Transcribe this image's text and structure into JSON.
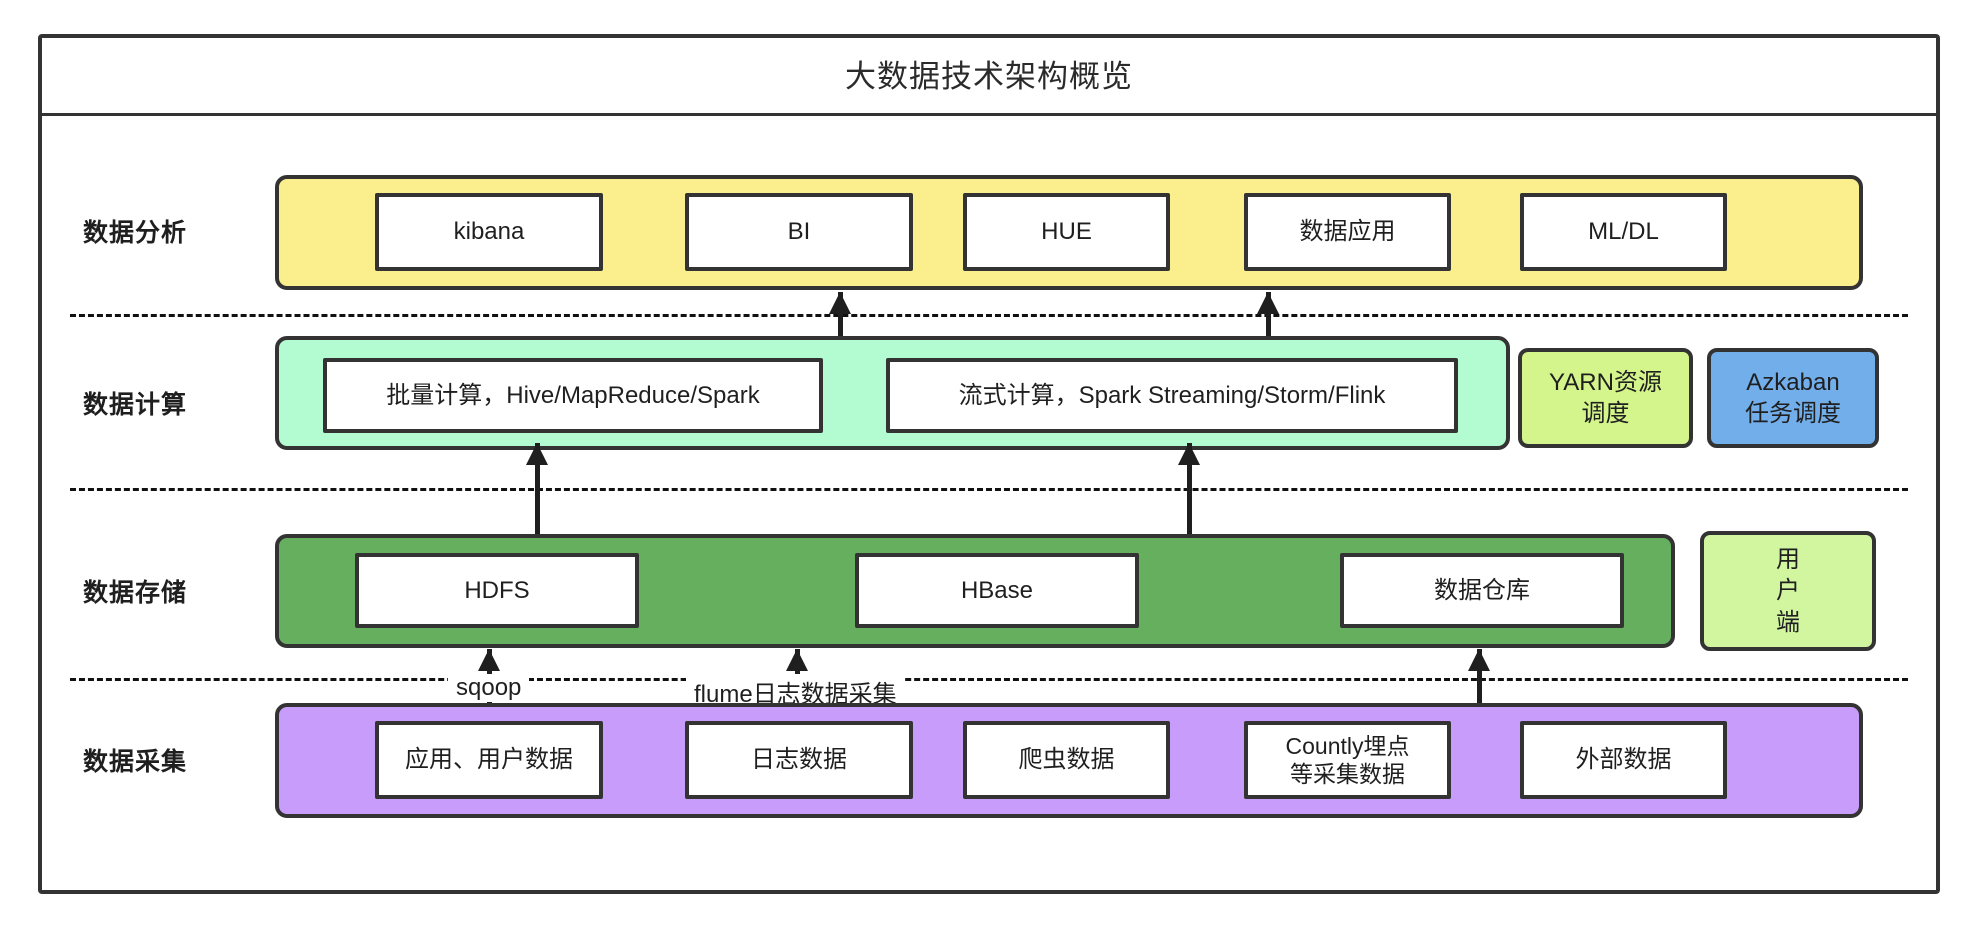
{
  "diagram": {
    "title": "大数据技术架构概览",
    "colors": {
      "frame": "#333333",
      "analysis_band": "#FBEE8D",
      "compute_band": "#B3FCD1",
      "storage_band": "#66AF5E",
      "collect_band": "#C79CFA",
      "yarn_box": "#D4F58C",
      "azkaban_box": "#72AEEA",
      "client_box": "#D2F5A0",
      "box_fill": "#FFFFFF",
      "text": "#1F1F1F"
    },
    "layers": [
      {
        "id": "analysis",
        "label": "数据分析",
        "items": [
          "kibana",
          "BI",
          "HUE",
          "数据应用",
          "ML/DL"
        ]
      },
      {
        "id": "compute",
        "label": "数据计算",
        "items": [
          "批量计算，Hive/MapReduce/Spark",
          "流式计算，Spark Streaming/Storm/Flink"
        ]
      },
      {
        "id": "storage",
        "label": "数据存储",
        "items": [
          "HDFS",
          "HBase",
          "数据仓库"
        ]
      },
      {
        "id": "collect",
        "label": "数据采集",
        "items": [
          "应用、用户数据",
          "日志数据",
          "爬虫数据",
          "Countly埋点\n等采集数据",
          "外部数据"
        ]
      }
    ],
    "side_boxes": [
      {
        "id": "yarn",
        "label": "YARN资源\n调度"
      },
      {
        "id": "azkaban",
        "label": "Azkaban\n任务调度"
      },
      {
        "id": "client",
        "label": "用\n户\n端"
      }
    ],
    "edge_labels": [
      {
        "id": "sqoop",
        "label": "sqoop"
      },
      {
        "id": "flume",
        "label": "flume日志数据采集"
      }
    ]
  }
}
